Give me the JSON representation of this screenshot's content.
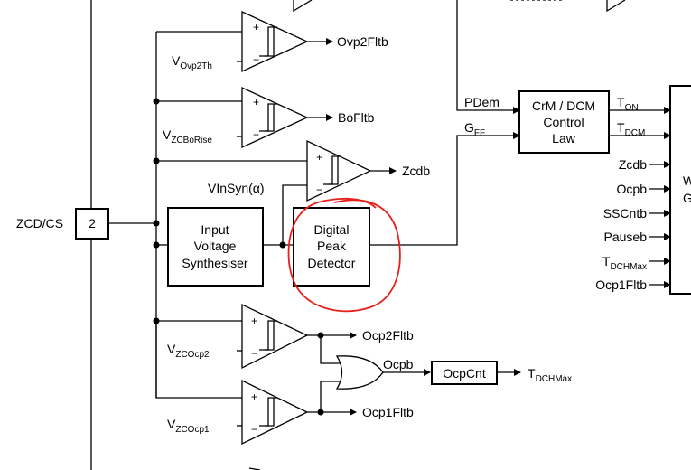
{
  "pin": {
    "name": "ZCD/CS",
    "number": "2"
  },
  "blocks": {
    "synth": [
      "Input",
      "Voltage",
      "Synthesiser"
    ],
    "peak": [
      "Digital",
      "Peak",
      "Detector"
    ],
    "control": [
      "CrM / DCM",
      "Control",
      "Law"
    ],
    "ocpcnt": "OcpCnt"
  },
  "comparators": {
    "ovp2": {
      "ref_main": "V",
      "ref_sub": "Ovp2Th",
      "out": "Ovp2Fltb"
    },
    "bo": {
      "ref_main": "V",
      "ref_sub": "ZCBoRise",
      "out": "BoFltb"
    },
    "zcd": {
      "ref": "VInSyn(α)",
      "out": "Zcdb"
    },
    "ocp2": {
      "ref_main": "V",
      "ref_sub": "ZCOcp2",
      "out": "Ocp2Fltb"
    },
    "ocp1": {
      "ref_main": "V",
      "ref_sub": "ZCOcp1",
      "out": "Ocp1Fltb"
    }
  },
  "gate_out": "Ocpb",
  "tdchmax": {
    "main": "T",
    "sub": "DCHMax"
  },
  "control_inputs": {
    "pdem": "PDem",
    "gff_main": "G",
    "gff_sub": "FF"
  },
  "control_outputs": {
    "ton_main": "T",
    "ton_sub": "ON",
    "tdcm_main": "T",
    "tdcm_sub": "DCM"
  },
  "right_signals": [
    {
      "main": "Zcdb",
      "sub": ""
    },
    {
      "main": "Ocpb",
      "sub": ""
    },
    {
      "main": "SSCntb",
      "sub": ""
    },
    {
      "main": "Pauseb",
      "sub": ""
    },
    {
      "main": "T",
      "sub": "DCHMax"
    },
    {
      "main": "Ocp1Fltb",
      "sub": ""
    }
  ],
  "right_block_partial": [
    "W",
    "G"
  ],
  "signs": {
    "plus": "+",
    "minus": "−"
  },
  "highlight_color": "#e8201a"
}
